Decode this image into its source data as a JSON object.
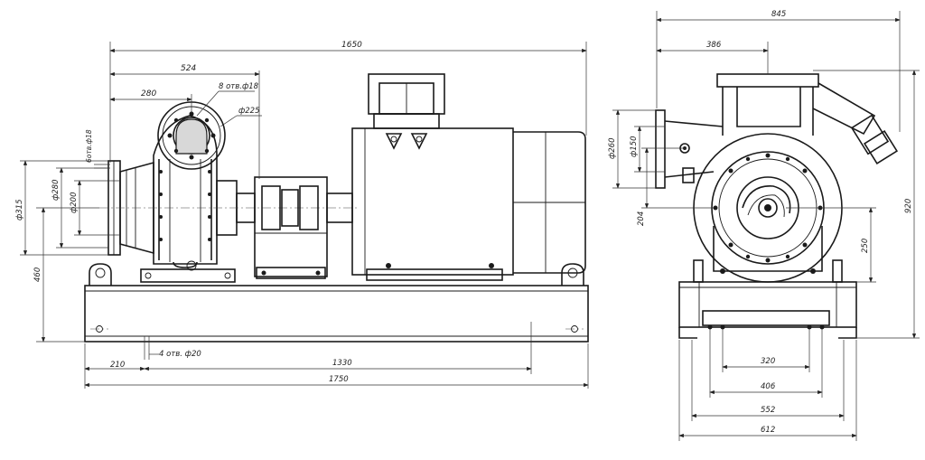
{
  "colors": {
    "ink": "#1a1a1a",
    "background": "#ffffff"
  },
  "dimensions": {
    "overall_length_top": "1650",
    "pump_to_coupling": "524",
    "flange_offset": "280",
    "holes_note": "8 отв.ф18",
    "bolt_circle": "ф225",
    "six_holes": "6отв.ф18",
    "outlet_dia_1": "ф315",
    "outlet_dia_2": "ф280",
    "outlet_dia_3": "ф200",
    "shaft_height": "460",
    "foot_holes": "4 отв. ф20",
    "left_offset": "210",
    "bolt_span": "1330",
    "base_length": "1750",
    "side_width_top": "845",
    "side_inlet_offset": "386",
    "inlet_dia_260": "ф260",
    "inlet_dia_150": "ф150",
    "inlet_height": "204",
    "total_height": "920",
    "axis_height": "250",
    "base_320": "320",
    "base_406": "406",
    "base_552": "552",
    "base_612": "612"
  }
}
